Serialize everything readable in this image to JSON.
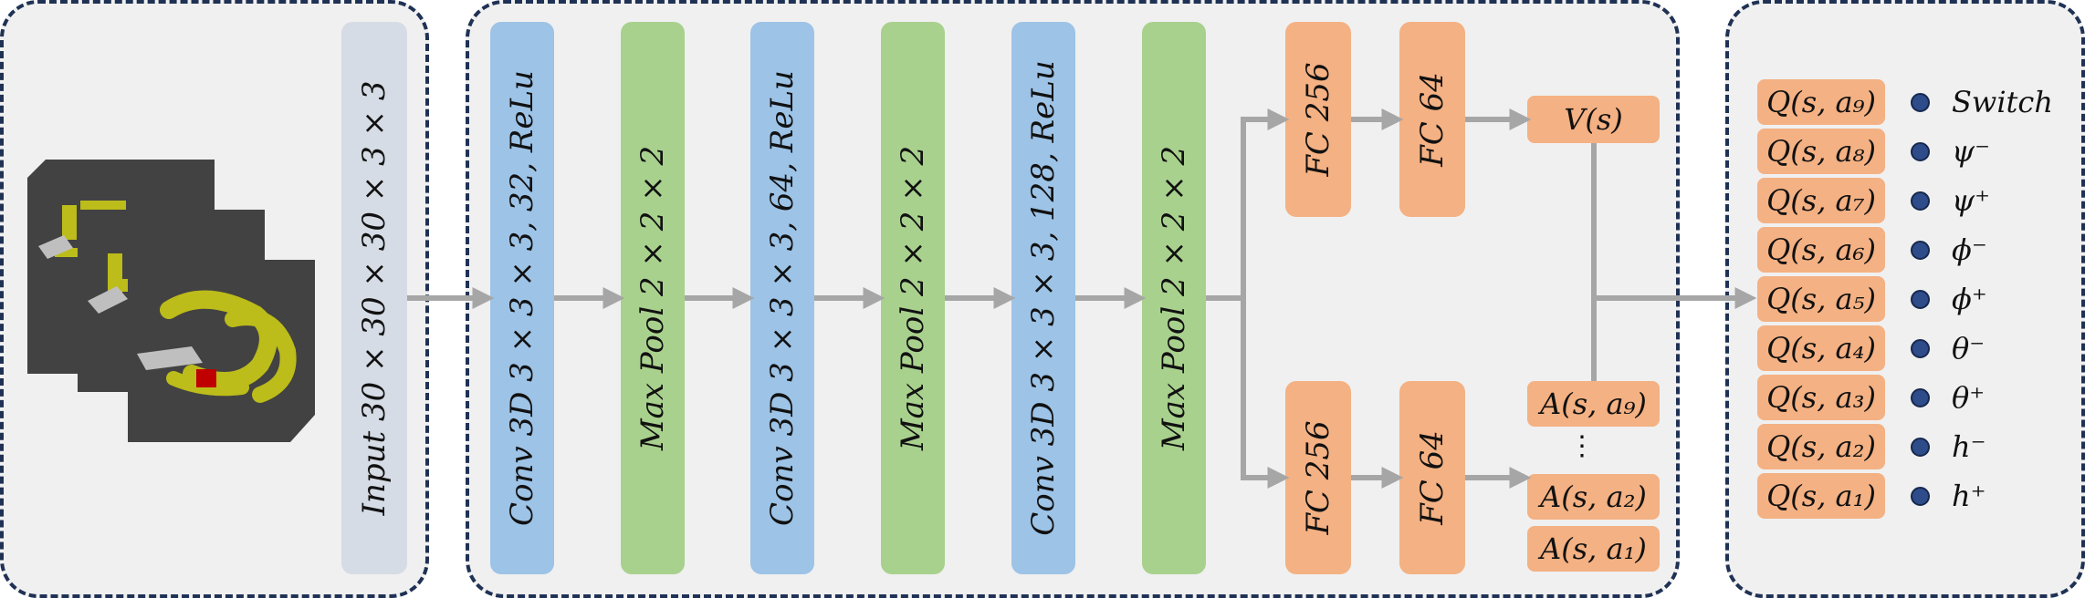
{
  "input_layer": {
    "label": "Input 30 × 30 × 30 × 3 × 3"
  },
  "layers": [
    {
      "label": "Conv 3D 3 × 3 × 3, 32, ReLu",
      "color": "#9dc3e6"
    },
    {
      "label": "Max Pool 2 × 2 × 2",
      "color": "#a9d18e"
    },
    {
      "label": "Conv 3D 3 × 3 × 3, 64, ReLu",
      "color": "#9dc3e6"
    },
    {
      "label": "Max Pool 2 × 2 × 2",
      "color": "#a9d18e"
    },
    {
      "label": "Conv 3D 3 × 3 × 3, 128, ReLu",
      "color": "#9dc3e6"
    },
    {
      "label": "Max Pool 2 × 2 × 2",
      "color": "#a9d18e"
    }
  ],
  "value_stream": {
    "fc1": "FC 256",
    "fc2": "FC 64",
    "output": "V(s)"
  },
  "advantage_stream": {
    "fc1": "FC 256",
    "fc2": "FC 64",
    "outputs": [
      "A(s, a₉)",
      "⋮",
      "A(s, a₂)",
      "A(s, a₁)"
    ]
  },
  "q_values": [
    {
      "q": "Q(s, a₉)",
      "action": "Switch"
    },
    {
      "q": "Q(s, a₈)",
      "action": "ψ⁻"
    },
    {
      "q": "Q(s, a₇)",
      "action": "ψ⁺"
    },
    {
      "q": "Q(s, a₆)",
      "action": "ϕ⁻"
    },
    {
      "q": "Q(s, a₅)",
      "action": "ϕ⁺"
    },
    {
      "q": "Q(s, a₄)",
      "action": "θ⁻"
    },
    {
      "q": "Q(s, a₃)",
      "action": "θ⁺"
    },
    {
      "q": "Q(s, a₂)",
      "action": "h⁻"
    },
    {
      "q": "Q(s, a₁)",
      "action": "h⁺"
    }
  ],
  "colors": {
    "border": "#1f3154",
    "arrow": "#a6a6a6",
    "panel": "#f0f0f0",
    "input": "#d6dce5",
    "conv": "#9dc3e6",
    "pool": "#a9d18e",
    "fc": "#f4b183",
    "dot": "#2e4b8a"
  }
}
